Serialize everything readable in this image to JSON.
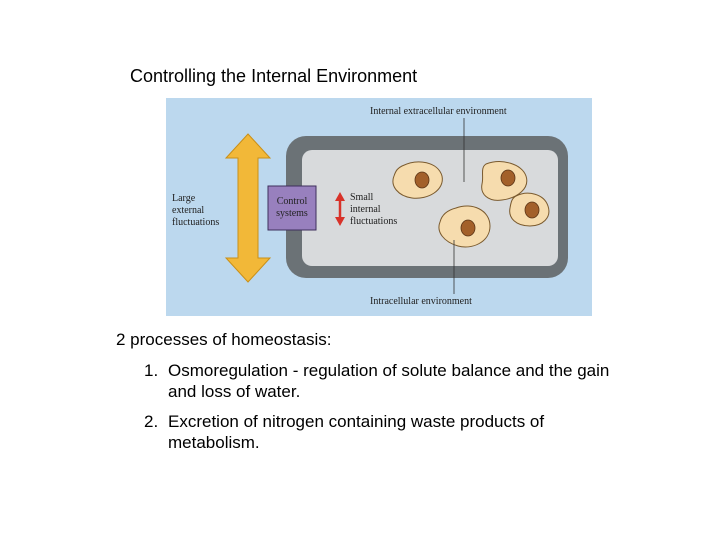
{
  "slide": {
    "title": "Controlling the Internal Environment",
    "heading": "2 processes of homeostasis:",
    "items": [
      {
        "number": "1.",
        "text": "Osmoregulation - regulation of solute balance and the gain and loss of water."
      },
      {
        "number": "2.",
        "text": "Excretion of nitrogen containing waste products of metabolism."
      }
    ]
  },
  "diagram": {
    "label_external": [
      "Large",
      "external",
      "fluctuations"
    ],
    "label_control": [
      "Control",
      "systems"
    ],
    "label_internal_fluct": [
      "Small",
      "internal",
      "fluctuations"
    ],
    "label_extracellular": "Internal extracellular environment",
    "label_intracellular": "Intracellular environment",
    "colors": {
      "background": "#bcd8ee",
      "outer_frame": "#6b7276",
      "inner_fluid": "#d8dadc",
      "control_box": "#9880be",
      "big_arrow": "#f2b838",
      "small_arrow": "#d8322a",
      "cell": "#f6dcae",
      "nucleus": "#a3602a"
    }
  }
}
